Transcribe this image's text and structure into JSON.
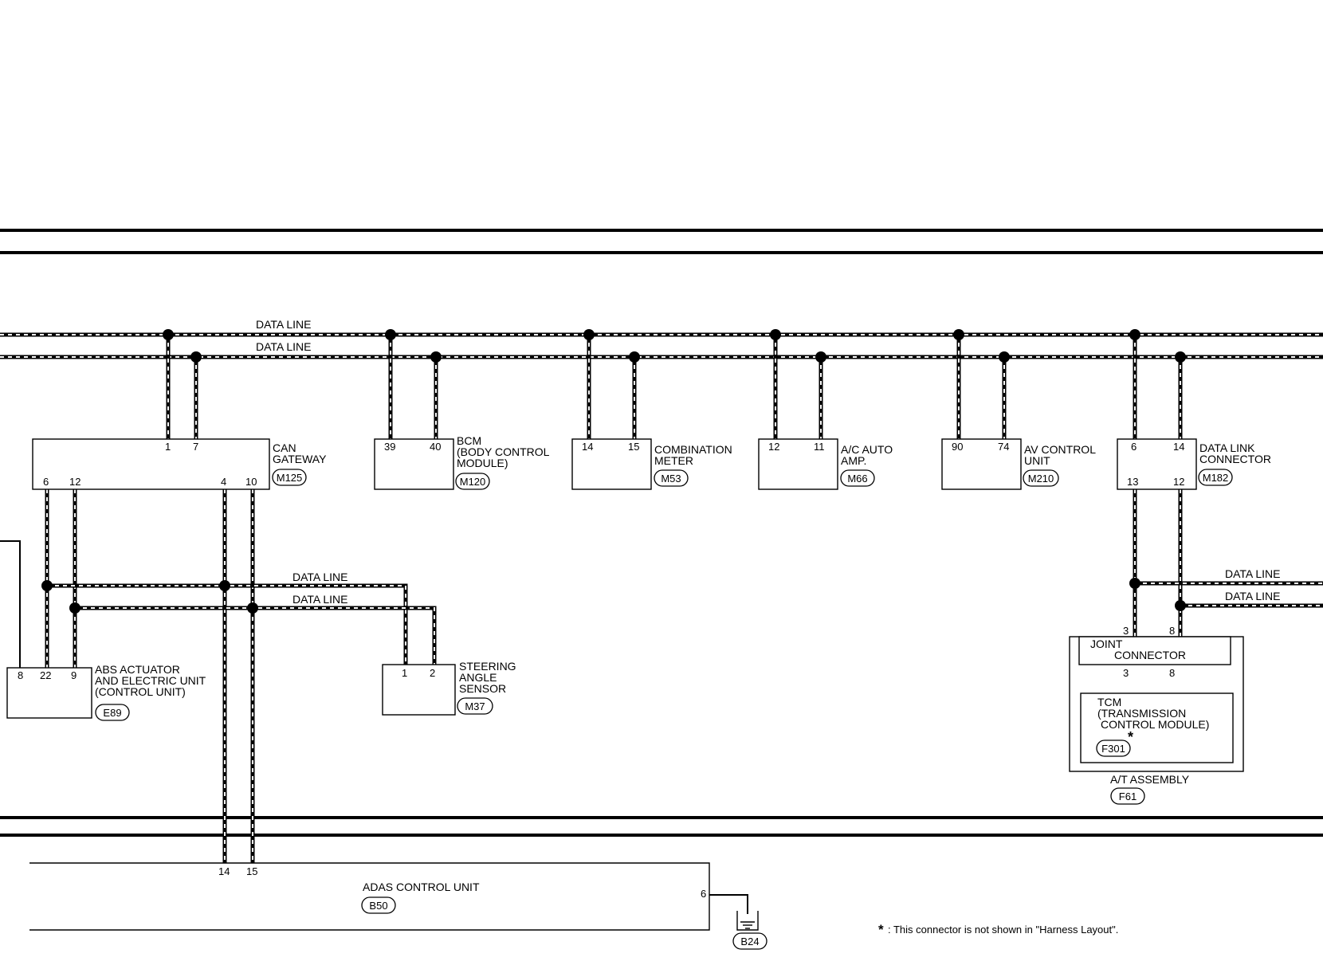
{
  "data_line_label": "DATA LINE",
  "components": {
    "can_gateway": {
      "name_lines": [
        "CAN",
        "GATEWAY"
      ],
      "connector": "M125",
      "pins": [
        "1",
        "7",
        "6",
        "12",
        "4",
        "10"
      ]
    },
    "bcm": {
      "name_lines": [
        "BCM",
        "(BODY CONTROL",
        "MODULE)"
      ],
      "connector": "M120",
      "pins": [
        "39",
        "40"
      ]
    },
    "combination_meter": {
      "name_lines": [
        "COMBINATION",
        "METER"
      ],
      "connector": "M53",
      "pins": [
        "14",
        "15"
      ]
    },
    "ac_auto_amp": {
      "name_lines": [
        "A/C AUTO",
        "AMP."
      ],
      "connector": "M66",
      "pins": [
        "12",
        "11"
      ]
    },
    "av_control_unit": {
      "name_lines": [
        "AV CONTROL",
        "UNIT"
      ],
      "connector": "M210",
      "pins": [
        "90",
        "74"
      ]
    },
    "data_link_connector": {
      "name_lines": [
        "DATA LINK",
        "CONNECTOR"
      ],
      "connector": "M182",
      "pins": [
        "6",
        "14",
        "13",
        "12"
      ]
    },
    "abs_actuator": {
      "name_lines": [
        "ABS ACTUATOR",
        "AND ELECTRIC UNIT",
        "(CONTROL UNIT)"
      ],
      "connector": "E89",
      "pins": [
        "8",
        "22",
        "9"
      ]
    },
    "steering_angle_sensor": {
      "name_lines": [
        "STEERING",
        "ANGLE",
        "SENSOR"
      ],
      "connector": "M37",
      "pins": [
        "1",
        "2"
      ]
    },
    "joint_connector": {
      "name_lines": [
        "JOINT",
        "CONNECTOR"
      ],
      "pins": [
        "3",
        "8",
        "3",
        "8"
      ]
    },
    "tcm": {
      "name_lines": [
        "TCM",
        "(TRANSMISSION",
        "CONTROL MODULE)"
      ],
      "connector": "F301",
      "mark": "*"
    },
    "at_assembly": {
      "name": "A/T ASSEMBLY",
      "connector": "F61"
    },
    "adas_control_unit": {
      "name": "ADAS CONTROL UNIT",
      "connector": "B50",
      "pins": [
        "14",
        "15",
        "6"
      ]
    },
    "ground": {
      "connector": "B24"
    }
  },
  "footnote": {
    "mark": "*",
    "text": ": This connector is not shown in \"Harness Layout\"."
  }
}
